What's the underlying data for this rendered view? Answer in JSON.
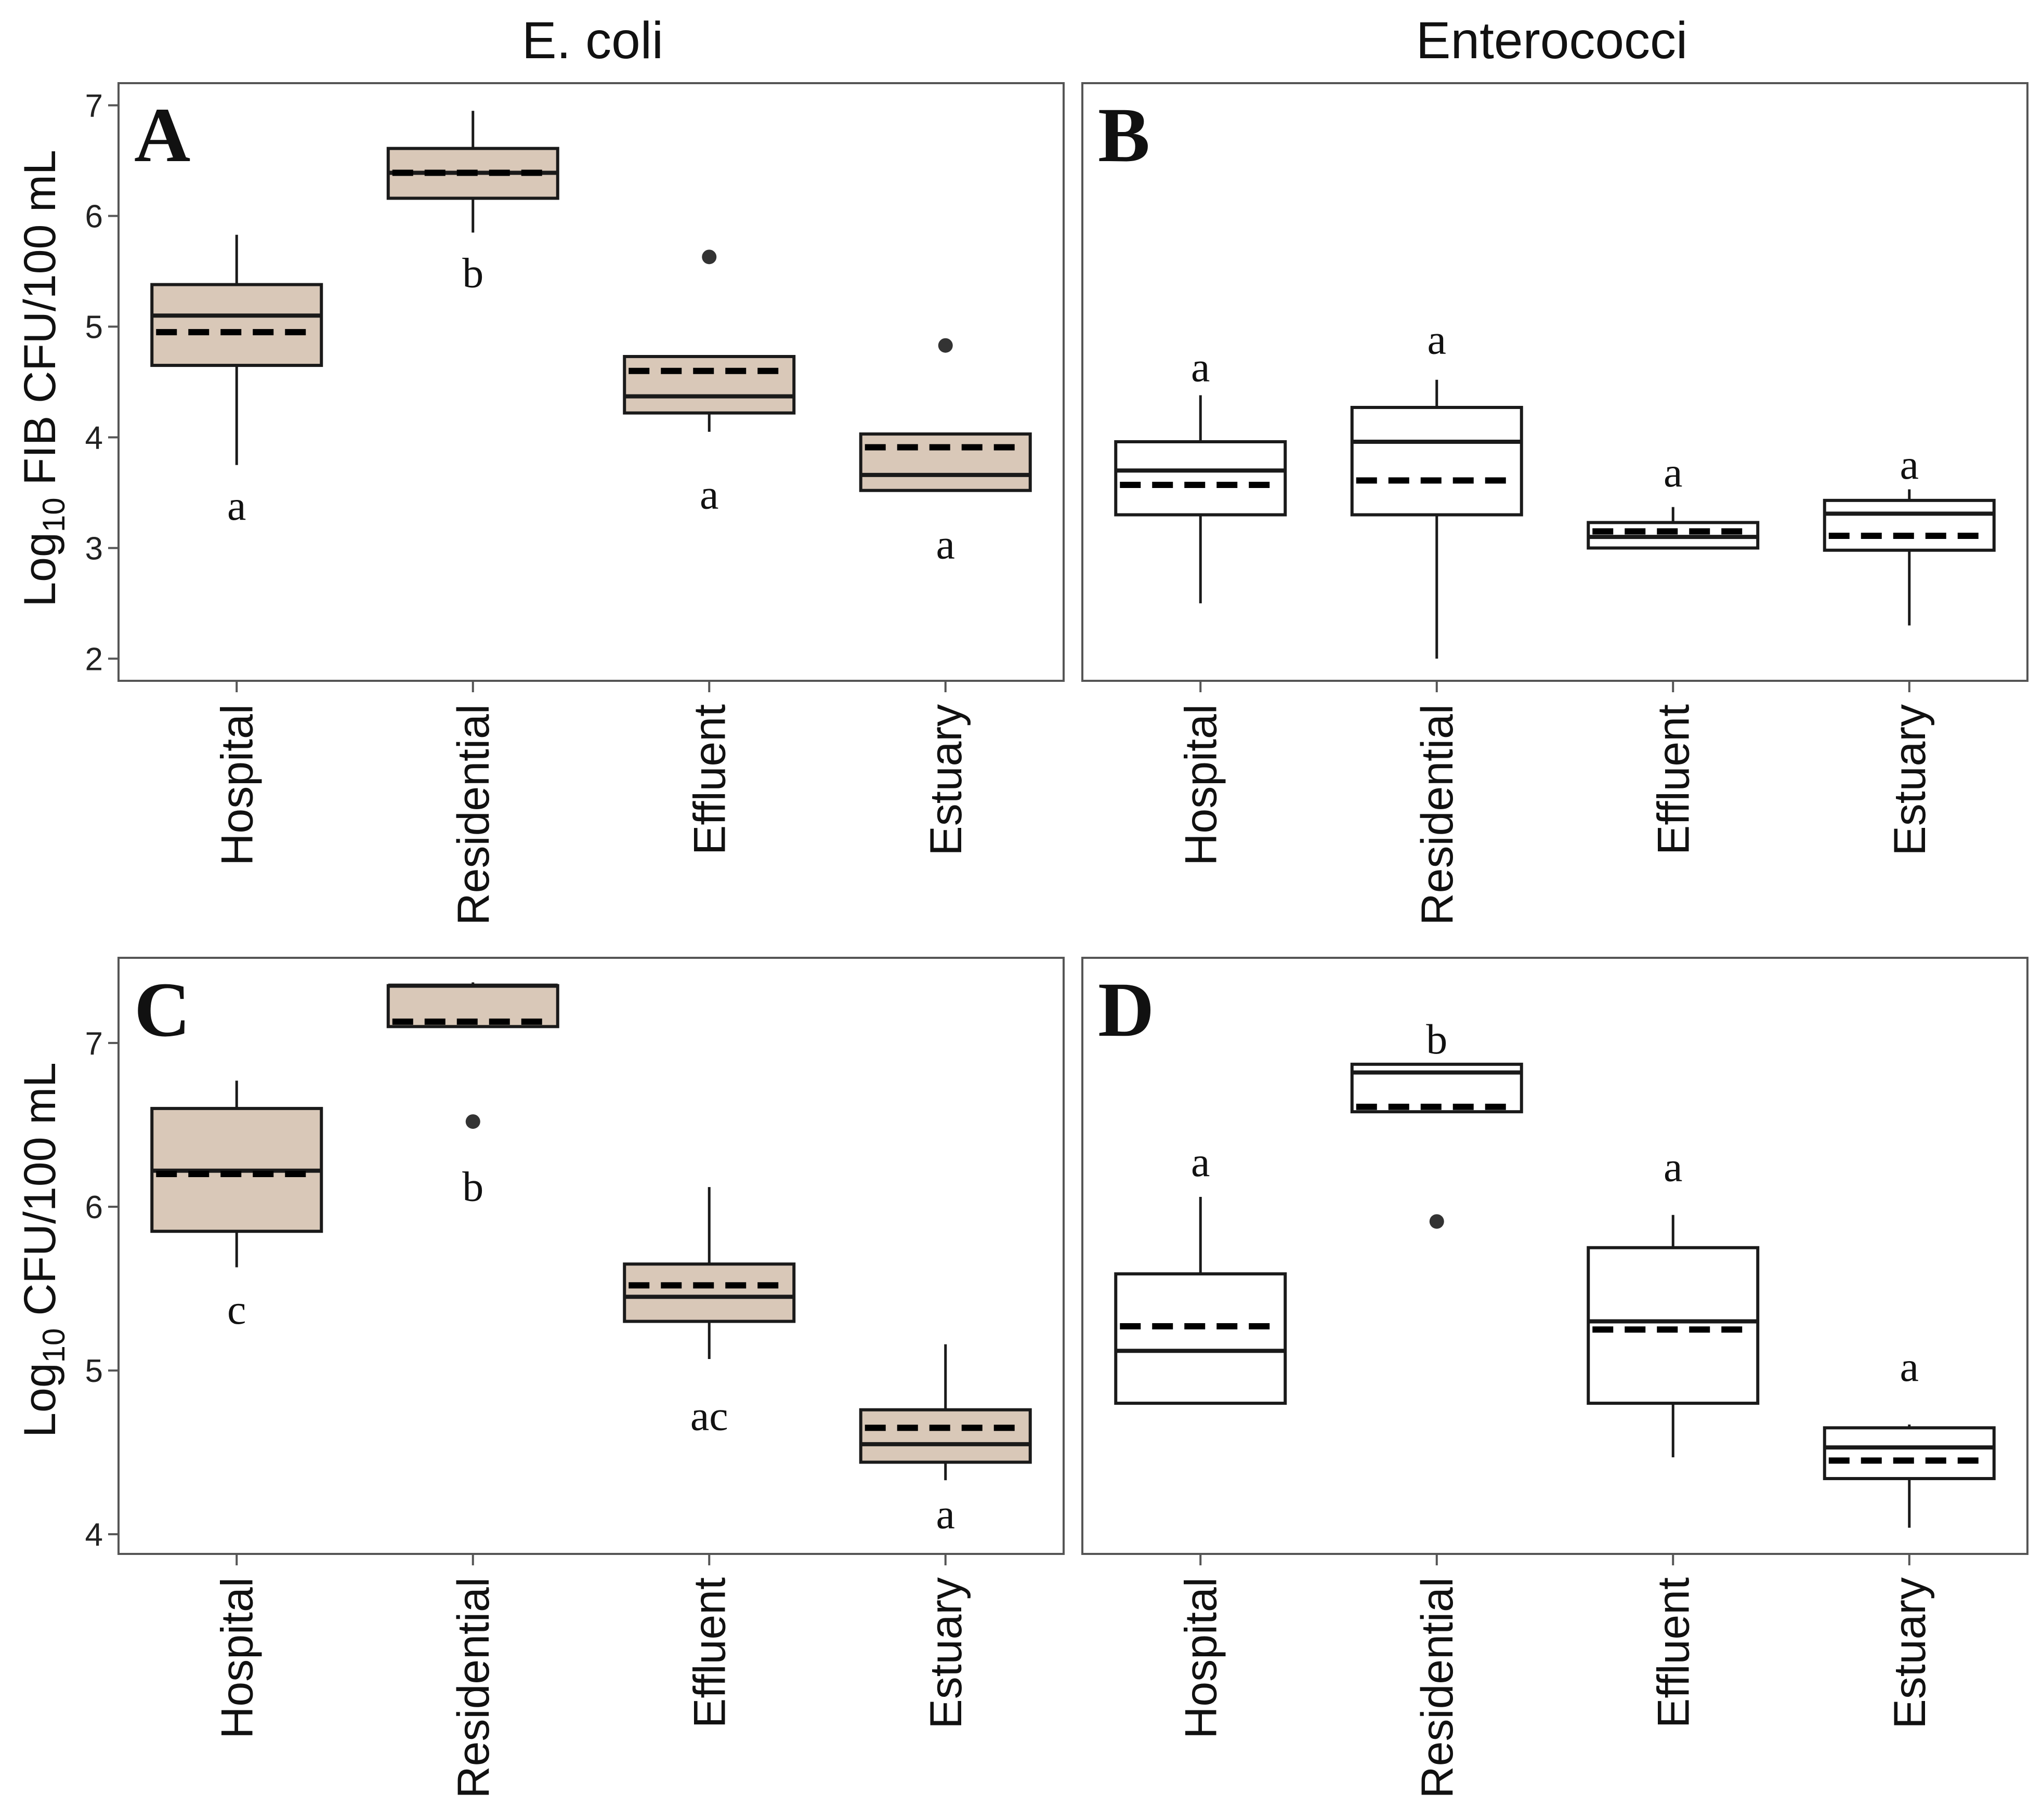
{
  "column_titles": [
    "E. coli",
    "Enterococci"
  ],
  "row_ylabels": [
    {
      "prefix": "Log",
      "sub": "10",
      "suffix": " FIB CFU/100 mL"
    },
    {
      "prefix": "Log",
      "sub": "10",
      "suffix": " CFU/100 mL"
    }
  ],
  "categories": [
    "Hospital",
    "Residential",
    "Effluent",
    "Estuary"
  ],
  "colors": {
    "ecoli_fill": "#d9c8b8",
    "entero_fill": "#ffffff",
    "stroke": "#1a1a1a",
    "frame": "#555555"
  },
  "chart_data": [
    {
      "type": "box",
      "panel_label": "A",
      "ylim": [
        1.8,
        7.2
      ],
      "yticks": [
        2,
        3,
        4,
        5,
        6,
        7
      ],
      "grid": false,
      "categories": [
        "Hospital",
        "Residential",
        "Effluent",
        "Estuary"
      ],
      "boxes": [
        {
          "whisker_low": 3.75,
          "q1": 4.65,
          "median": 5.1,
          "q3": 5.38,
          "whisker_high": 5.83,
          "mean": 4.95,
          "outliers": [],
          "letter": "a",
          "letter_y": 3.35
        },
        {
          "whisker_low": 5.85,
          "q1": 6.16,
          "median": 6.39,
          "q3": 6.61,
          "whisker_high": 6.95,
          "mean": 6.39,
          "outliers": [],
          "letter": "b",
          "letter_y": 5.45
        },
        {
          "whisker_low": 4.05,
          "q1": 4.22,
          "median": 4.37,
          "q3": 4.73,
          "whisker_high": 4.73,
          "mean": 4.6,
          "outliers": [
            5.63
          ],
          "letter": "a",
          "letter_y": 3.45
        },
        {
          "whisker_low": 3.52,
          "q1": 3.52,
          "median": 3.66,
          "q3": 4.03,
          "whisker_high": 4.03,
          "mean": 3.91,
          "outliers": [
            4.83
          ],
          "letter": "a",
          "letter_y": 3.0
        }
      ]
    },
    {
      "type": "box",
      "panel_label": "B",
      "ylim": [
        1.8,
        7.2
      ],
      "yticks": [
        2,
        3,
        4,
        5,
        6,
        7
      ],
      "grid": false,
      "categories": [
        "Hospital",
        "Residential",
        "Effluent",
        "Estuary"
      ],
      "boxes": [
        {
          "whisker_low": 2.5,
          "q1": 3.3,
          "median": 3.7,
          "q3": 3.96,
          "whisker_high": 4.38,
          "mean": 3.57,
          "outliers": [],
          "letter": "a",
          "letter_y": 4.6
        },
        {
          "whisker_low": 2.0,
          "q1": 3.3,
          "median": 3.96,
          "q3": 4.27,
          "whisker_high": 4.52,
          "mean": 3.61,
          "outliers": [],
          "letter": "a",
          "letter_y": 4.85
        },
        {
          "whisker_low": 3.0,
          "q1": 3.0,
          "median": 3.1,
          "q3": 3.23,
          "whisker_high": 3.37,
          "mean": 3.15,
          "outliers": [],
          "letter": "a",
          "letter_y": 3.65
        },
        {
          "whisker_low": 2.3,
          "q1": 2.98,
          "median": 3.31,
          "q3": 3.43,
          "whisker_high": 3.53,
          "mean": 3.11,
          "outliers": [],
          "letter": "a",
          "letter_y": 3.72
        }
      ]
    },
    {
      "type": "box",
      "panel_label": "C",
      "ylim": [
        3.88,
        7.52
      ],
      "yticks": [
        4,
        5,
        6,
        7
      ],
      "grid": false,
      "categories": [
        "Hospital",
        "Residential",
        "Effluent",
        "Estuary"
      ],
      "boxes": [
        {
          "whisker_low": 5.63,
          "q1": 5.85,
          "median": 6.22,
          "q3": 6.6,
          "whisker_high": 6.77,
          "mean": 6.2,
          "outliers": [],
          "letter": "c",
          "letter_y": 5.35
        },
        {
          "whisker_low": 7.1,
          "q1": 7.1,
          "median": 7.35,
          "q3": 7.35,
          "whisker_high": 7.37,
          "mean": 7.13,
          "outliers": [
            6.52
          ],
          "letter": "b",
          "letter_y": 6.1
        },
        {
          "whisker_low": 5.07,
          "q1": 5.3,
          "median": 5.45,
          "q3": 5.65,
          "whisker_high": 6.12,
          "mean": 5.52,
          "outliers": [],
          "letter": "ac",
          "letter_y": 4.7
        },
        {
          "whisker_low": 4.33,
          "q1": 4.44,
          "median": 4.55,
          "q3": 4.76,
          "whisker_high": 5.16,
          "mean": 4.65,
          "outliers": [],
          "letter": "a",
          "letter_y": 4.1
        }
      ]
    },
    {
      "type": "box",
      "panel_label": "D",
      "ylim": [
        3.88,
        7.52
      ],
      "yticks": [
        4,
        5,
        6,
        7
      ],
      "grid": false,
      "categories": [
        "Hospital",
        "Residential",
        "Effluent",
        "Estuary"
      ],
      "boxes": [
        {
          "whisker_low": 4.8,
          "q1": 4.8,
          "median": 5.12,
          "q3": 5.59,
          "whisker_high": 6.06,
          "mean": 5.27,
          "outliers": [],
          "letter": "a",
          "letter_y": 6.25
        },
        {
          "whisker_low": 6.58,
          "q1": 6.58,
          "median": 6.82,
          "q3": 6.87,
          "whisker_high": 6.87,
          "mean": 6.61,
          "outliers": [
            5.91
          ],
          "letter": "b",
          "letter_y": 7.0
        },
        {
          "whisker_low": 4.47,
          "q1": 4.8,
          "median": 5.3,
          "q3": 5.75,
          "whisker_high": 5.95,
          "mean": 5.25,
          "outliers": [],
          "letter": "a",
          "letter_y": 6.22
        },
        {
          "whisker_low": 4.04,
          "q1": 4.34,
          "median": 4.53,
          "q3": 4.65,
          "whisker_high": 4.67,
          "mean": 4.45,
          "outliers": [],
          "letter": "a",
          "letter_y": 5.0
        }
      ]
    }
  ]
}
